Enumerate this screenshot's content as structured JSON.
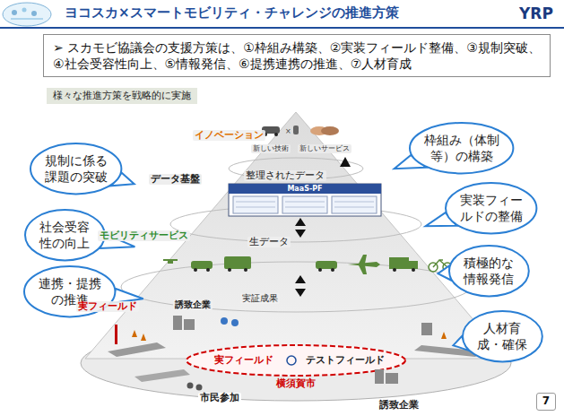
{
  "diagram": {
    "title": "ヨコスカ×スマートモビリティ・チャレンジの推進方策",
    "nodes": [
      {
        "text": [
          "➢ スカモビ協議会の支援方策は、①枠組み構築、②実装フィールド整備、③規制突破、④社会受容性向上、⑤情報発信、⑥提携連携の推進、⑦人材育成"
        ]
      },
      {
        "text": [
          "様々な推進方策を戦略的に実施"
        ]
      },
      {
        "text": [
          "規制に係る課題の突破"
        ]
      },
      {
        "text": [
          "社会受容性の向上"
        ]
      },
      {
        "text": [
          "連携・提携の推進"
        ]
      },
      {
        "text": [
          "枠組み（体制等）の構築"
        ]
      },
      {
        "text": [
          "実装フィールドの整備"
        ]
      },
      {
        "text": [
          "積極的な情報発信"
        ]
      },
      {
        "text": [
          "人材育成・確保"
        ]
      },
      {
        "text": [
          "MaaS-PF"
        ]
      },
      {
        "text": [
          "7"
        ]
      }
    ],
    "labels": [
      "YRP",
      "イノベーション",
      "新しい技術",
      "新しいサービス",
      "データ基盤",
      "整理されたデータ",
      "モビリティサービス",
      "生データ",
      "実フィールド",
      "誘致企業",
      "実証成果",
      "実フィールド",
      "テストフィールド",
      "横須賀市",
      "市民参加",
      "誘致企業"
    ]
  }
}
